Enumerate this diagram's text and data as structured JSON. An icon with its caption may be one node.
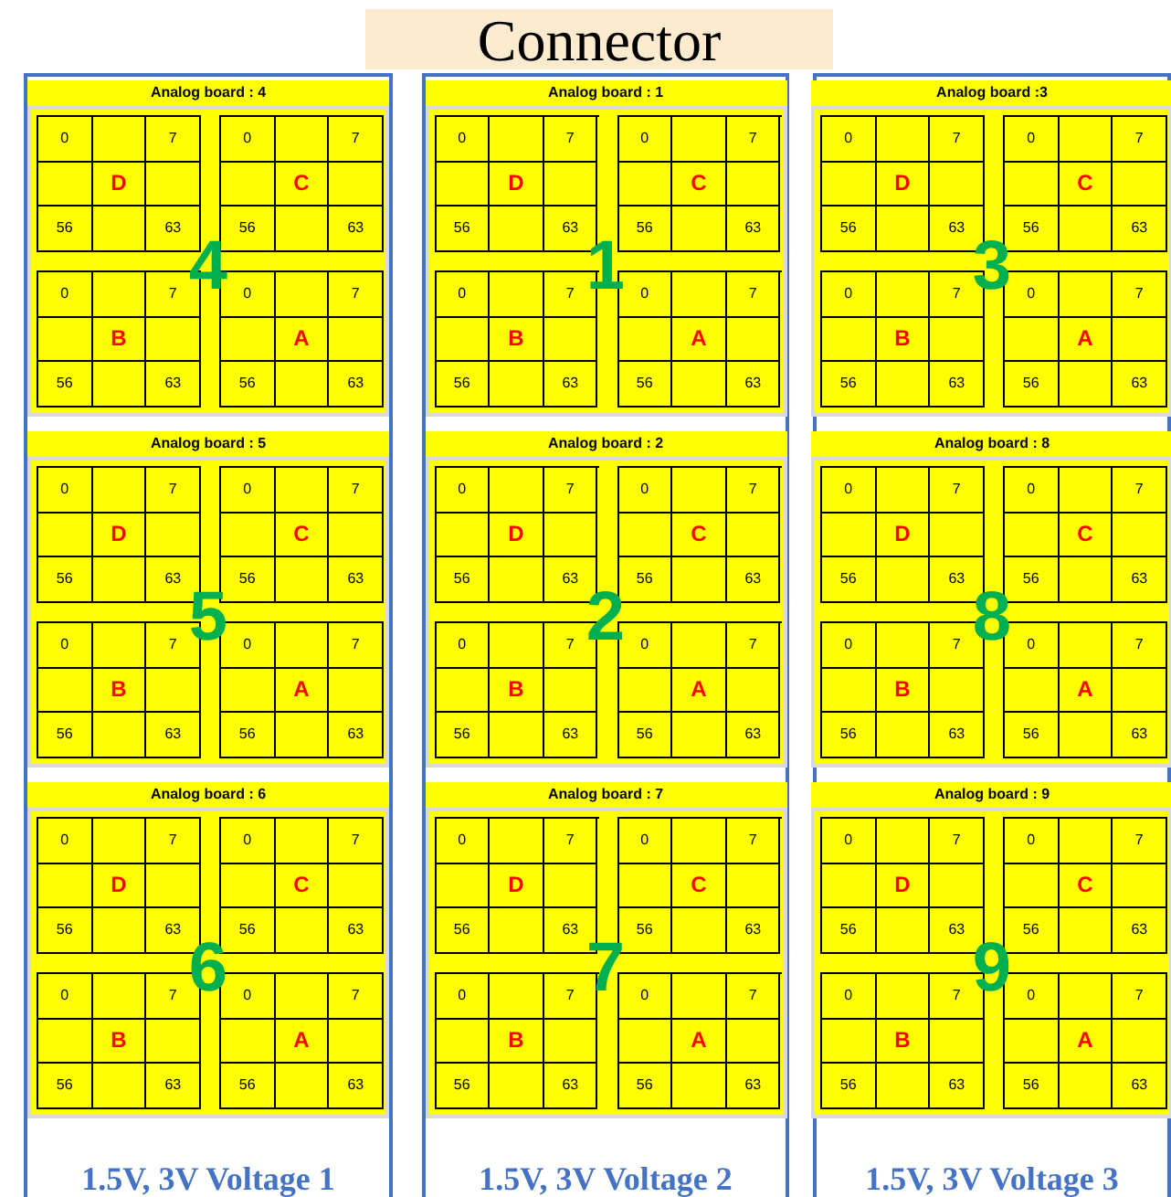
{
  "diagram": {
    "title": "Connector",
    "nodes": [
      {
        "text": [
          "1.5V, 3V Voltage 1"
        ]
      },
      {
        "text": [
          "Analog board : 4",
          "4"
        ],
        "in": 0
      },
      {
        "text": [
          "0",
          "7",
          "D",
          "56",
          "63"
        ],
        "in": 1
      },
      {
        "text": [
          "0",
          "7",
          "C",
          "56",
          "63"
        ],
        "in": 1
      },
      {
        "text": [
          "0",
          "7",
          "B",
          "56",
          "63"
        ],
        "in": 1
      },
      {
        "text": [
          "0",
          "7",
          "A",
          "56",
          "63"
        ],
        "in": 1
      },
      {
        "text": [
          "Analog board : 5",
          "5"
        ],
        "in": 0
      },
      {
        "text": [
          "0",
          "7",
          "D",
          "56",
          "63"
        ],
        "in": 6
      },
      {
        "text": [
          "0",
          "7",
          "C",
          "56",
          "63"
        ],
        "in": 6
      },
      {
        "text": [
          "0",
          "7",
          "B",
          "56",
          "63"
        ],
        "in": 6
      },
      {
        "text": [
          "0",
          "7",
          "A",
          "56",
          "63"
        ],
        "in": 6
      },
      {
        "text": [
          "Analog board : 6",
          "6"
        ],
        "in": 0
      },
      {
        "text": [
          "0",
          "7",
          "D",
          "56",
          "63"
        ],
        "in": 11
      },
      {
        "text": [
          "0",
          "7",
          "C",
          "56",
          "63"
        ],
        "in": 11
      },
      {
        "text": [
          "0",
          "7",
          "B",
          "56",
          "63"
        ],
        "in": 11
      },
      {
        "text": [
          "0",
          "7",
          "A",
          "56",
          "63"
        ],
        "in": 11
      },
      {
        "text": [
          "1.5V, 3V Voltage 2"
        ]
      },
      {
        "text": [
          "Analog board : 1",
          "1"
        ],
        "in": 16
      },
      {
        "text": [
          "0",
          "7",
          "D",
          "56",
          "63"
        ],
        "in": 17
      },
      {
        "text": [
          "0",
          "7",
          "C",
          "56",
          "63"
        ],
        "in": 17
      },
      {
        "text": [
          "0",
          "7",
          "B",
          "56",
          "63"
        ],
        "in": 17
      },
      {
        "text": [
          "0",
          "7",
          "A",
          "56",
          "63"
        ],
        "in": 17
      },
      {
        "text": [
          "Analog board : 2",
          "2"
        ],
        "in": 16
      },
      {
        "text": [
          "0",
          "7",
          "D",
          "56",
          "63"
        ],
        "in": 22
      },
      {
        "text": [
          "0",
          "7",
          "C",
          "56",
          "63"
        ],
        "in": 22
      },
      {
        "text": [
          "0",
          "7",
          "B",
          "56",
          "63"
        ],
        "in": 22
      },
      {
        "text": [
          "0",
          "7",
          "A",
          "56",
          "63"
        ],
        "in": 22
      },
      {
        "text": [
          "Analog board : 7",
          "7"
        ],
        "in": 16
      },
      {
        "text": [
          "0",
          "7",
          "D",
          "56",
          "63"
        ],
        "in": 27
      },
      {
        "text": [
          "0",
          "7",
          "C",
          "56",
          "63"
        ],
        "in": 27
      },
      {
        "text": [
          "0",
          "7",
          "B",
          "56",
          "63"
        ],
        "in": 27
      },
      {
        "text": [
          "0",
          "7",
          "A",
          "56",
          "63"
        ],
        "in": 27
      },
      {
        "text": [
          "1.5V, 3V Voltage 3"
        ]
      },
      {
        "text": [
          "Analog board :3",
          "3"
        ],
        "in": 32
      },
      {
        "text": [
          "0",
          "7",
          "D",
          "56",
          "63"
        ],
        "in": 33
      },
      {
        "text": [
          "0",
          "7",
          "C",
          "56",
          "63"
        ],
        "in": 33
      },
      {
        "text": [
          "0",
          "7",
          "B",
          "56",
          "63"
        ],
        "in": 33
      },
      {
        "text": [
          "0",
          "7",
          "A",
          "56",
          "63"
        ],
        "in": 33
      },
      {
        "text": [
          "Analog board : 8",
          "8"
        ],
        "in": 32
      },
      {
        "text": [
          "0",
          "7",
          "D",
          "56",
          "63"
        ],
        "in": 38
      },
      {
        "text": [
          "0",
          "7",
          "C",
          "56",
          "63"
        ],
        "in": 38
      },
      {
        "text": [
          "0",
          "7",
          "B",
          "56",
          "63"
        ],
        "in": 38
      },
      {
        "text": [
          "0",
          "7",
          "A",
          "56",
          "63"
        ],
        "in": 38
      },
      {
        "text": [
          "Analog board : 9",
          "9"
        ],
        "in": 32
      },
      {
        "text": [
          "0",
          "7",
          "D",
          "56",
          "63"
        ],
        "in": 43
      },
      {
        "text": [
          "0",
          "7",
          "C",
          "56",
          "63"
        ],
        "in": 43
      },
      {
        "text": [
          "0",
          "7",
          "B",
          "56",
          "63"
        ],
        "in": 43
      },
      {
        "text": [
          "0",
          "7",
          "A",
          "56",
          "63"
        ],
        "in": 43
      }
    ]
  }
}
